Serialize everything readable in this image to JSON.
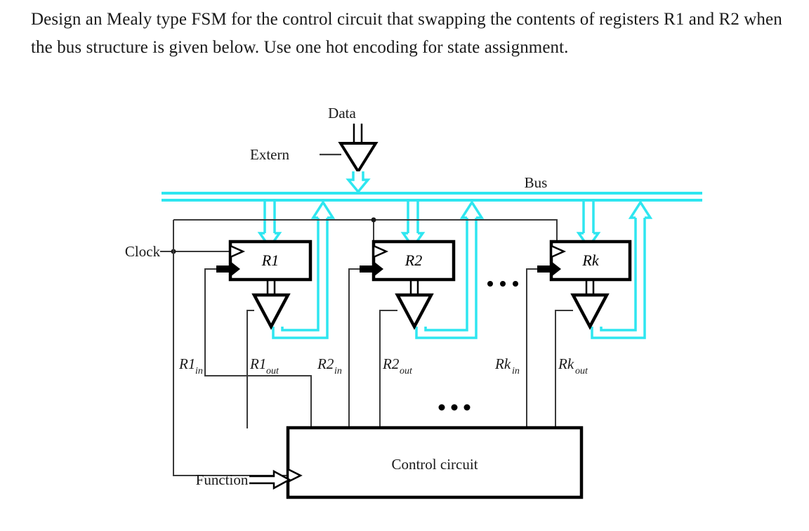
{
  "question": {
    "line1": "Design an Mealy type FSM for the control circuit that swapping the contents of registers R1 and",
    "line2": "R2 when the bus structure is given below. Use one hot encoding for state assignment."
  },
  "colors": {
    "bus": "#2ee6f0",
    "wire": "#3a3a3a",
    "box_border": "#000000",
    "text": "#1a1a1a",
    "background": "#ffffff"
  },
  "diagram": {
    "title_labels": {
      "data": "Data",
      "extern": "Extern",
      "bus": "Bus",
      "clock": "Clock",
      "function": "Function",
      "control_circuit": "Control circuit"
    },
    "registers": [
      {
        "name": "R1",
        "in_label": "R1",
        "in_sub": "in",
        "out_label": "R1",
        "out_sub": "out"
      },
      {
        "name": "R2",
        "in_label": "R2",
        "in_sub": "in",
        "out_label": "R2",
        "out_sub": "out"
      },
      {
        "name": "Rk",
        "in_label": "Rk",
        "in_sub": "in",
        "out_label": "Rk",
        "out_sub": "out"
      }
    ],
    "ellipsis": "• • •",
    "signal_labels": [
      {
        "base": "R1",
        "sub": "in"
      },
      {
        "base": "R1",
        "sub": "out"
      },
      {
        "base": "R2",
        "sub": "in"
      },
      {
        "base": "R2",
        "sub": "out"
      },
      {
        "base": "Rk",
        "sub": "in"
      },
      {
        "base": "Rk",
        "sub": "out"
      }
    ]
  }
}
